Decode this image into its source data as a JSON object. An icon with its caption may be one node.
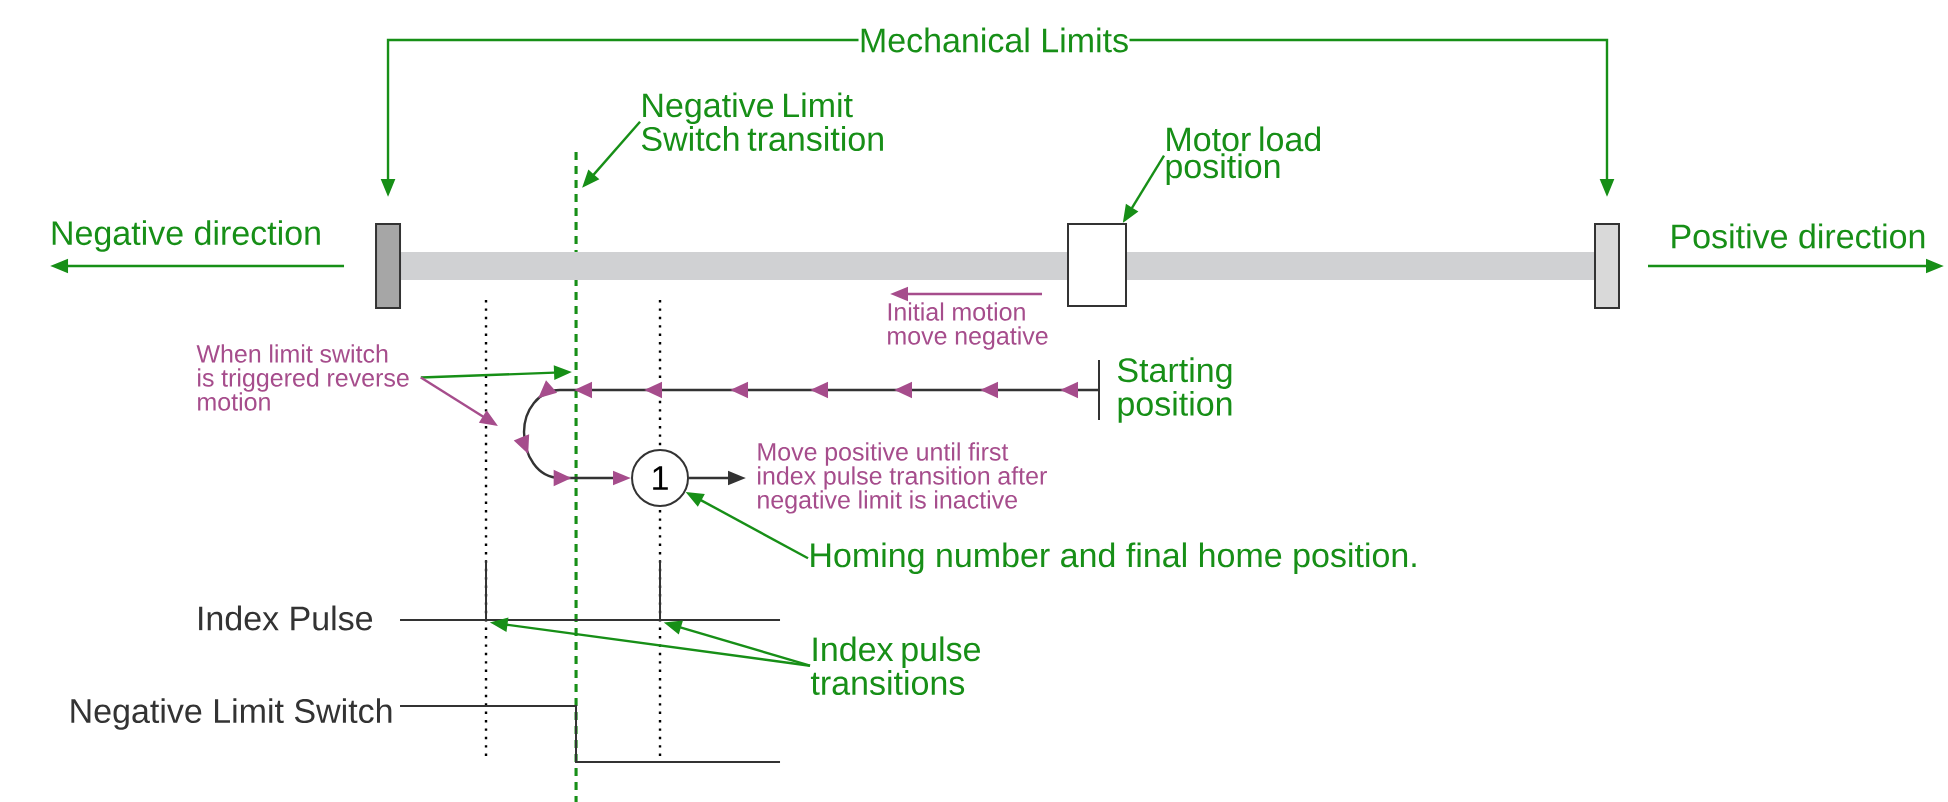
{
  "diagram": {
    "nodes": [
      {
        "text": [
          "Mechanical Limits"
        ]
      },
      {
        "text": [
          "Negative Limit Switch transition"
        ]
      },
      {
        "text": [
          "Motor load position"
        ]
      },
      {
        "text": [],
        "shape": "box"
      },
      {
        "text": [],
        "shape": "box"
      },
      {
        "text": [],
        "shape": "box"
      },
      {
        "text": [
          "When limit switch is triggered reverse motion"
        ]
      },
      {
        "text": [
          "Starting position"
        ]
      },
      {
        "text": [
          "1"
        ]
      },
      {
        "text": [
          "Homing number and final home position."
        ]
      },
      {
        "text": [
          "Index pulse transitions"
        ]
      },
      {
        "text": [
          "Move positive until first index pulse transition after negative limit is inactive"
        ]
      },
      {
        "text": [],
        "shape": "bar"
      },
      {
        "text": [],
        "shape": "waveform"
      }
    ],
    "edges": [
      {
        "from": 0,
        "to": 3,
        "arrow": "to"
      },
      {
        "from": 0,
        "to": 5,
        "arrow": "to"
      },
      {
        "from": 1,
        "to": null,
        "arrow": "to"
      },
      {
        "from": 2,
        "to": 4,
        "arrow": "to"
      },
      {
        "from": 6,
        "to": null,
        "arrow": "to"
      },
      {
        "from": 6,
        "to": null,
        "arrow": "to",
        "color": "#a64d8c"
      },
      {
        "from": 7,
        "to": 8,
        "arrow": "to",
        "color": "#333333"
      },
      {
        "from": 8,
        "to": 11,
        "arrow": "to",
        "color": "#333333"
      },
      {
        "from": 9,
        "to": 8,
        "arrow": "to"
      },
      {
        "from": 10,
        "to": 13,
        "arrow": "to"
      },
      {
        "from": 10,
        "to": 13,
        "arrow": "to"
      }
    ],
    "labels": [
      "Negative direction",
      "Positive direction",
      "Initial motion move negative",
      "Index Pulse",
      "Negative Limit Switch"
    ]
  }
}
